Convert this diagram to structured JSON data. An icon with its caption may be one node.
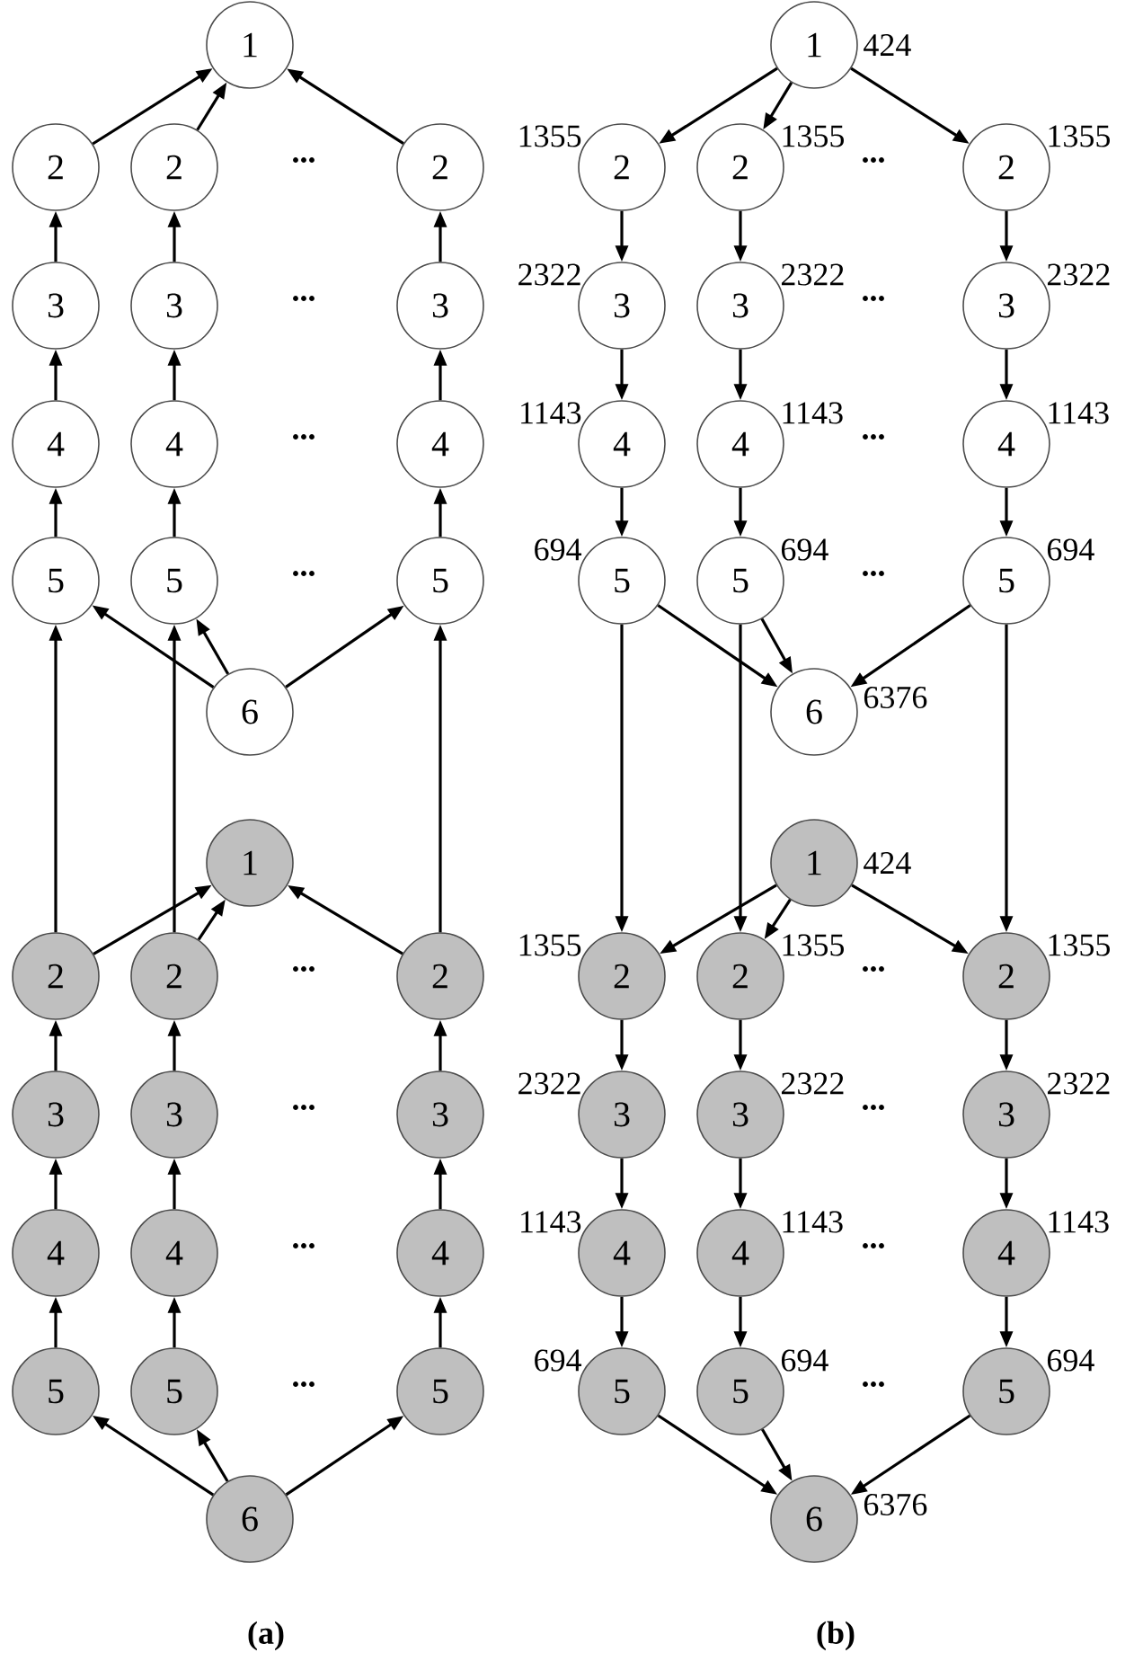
{
  "diagram": {
    "nodes": [
      {
        "text": [
          "1"
        ]
      },
      {
        "text": [
          "2"
        ]
      },
      {
        "text": [
          "2"
        ]
      },
      {
        "text": [
          "2"
        ]
      },
      {
        "text": [
          "3"
        ]
      },
      {
        "text": [
          "3"
        ]
      },
      {
        "text": [
          "3"
        ]
      },
      {
        "text": [
          "4"
        ]
      },
      {
        "text": [
          "4"
        ]
      },
      {
        "text": [
          "4"
        ]
      },
      {
        "text": [
          "5"
        ]
      },
      {
        "text": [
          "5"
        ]
      },
      {
        "text": [
          "5"
        ]
      },
      {
        "text": [
          "6"
        ]
      },
      {
        "text": [
          "1"
        ]
      },
      {
        "text": [
          "2"
        ]
      },
      {
        "text": [
          "2"
        ]
      },
      {
        "text": [
          "2"
        ]
      },
      {
        "text": [
          "3"
        ]
      },
      {
        "text": [
          "3"
        ]
      },
      {
        "text": [
          "3"
        ]
      },
      {
        "text": [
          "4"
        ]
      },
      {
        "text": [
          "4"
        ]
      },
      {
        "text": [
          "4"
        ]
      },
      {
        "text": [
          "5"
        ]
      },
      {
        "text": [
          "5"
        ]
      },
      {
        "text": [
          "5"
        ]
      },
      {
        "text": [
          "6"
        ]
      },
      {
        "text": [
          "1"
        ],
        "beside": [
          "424"
        ]
      },
      {
        "text": [
          "2"
        ],
        "beside": [
          "1355"
        ]
      },
      {
        "text": [
          "2"
        ],
        "beside": [
          "1355"
        ]
      },
      {
        "text": [
          "2"
        ],
        "beside": [
          "1355"
        ]
      },
      {
        "text": [
          "3"
        ],
        "beside": [
          "2322"
        ]
      },
      {
        "text": [
          "3"
        ],
        "beside": [
          "2322"
        ]
      },
      {
        "text": [
          "3"
        ],
        "beside": [
          "2322"
        ]
      },
      {
        "text": [
          "4"
        ],
        "beside": [
          "1143"
        ]
      },
      {
        "text": [
          "4"
        ],
        "beside": [
          "1143"
        ]
      },
      {
        "text": [
          "4"
        ],
        "beside": [
          "1143"
        ]
      },
      {
        "text": [
          "5"
        ],
        "beside": [
          "694"
        ]
      },
      {
        "text": [
          "5"
        ],
        "beside": [
          "694"
        ]
      },
      {
        "text": [
          "5"
        ],
        "beside": [
          "694"
        ]
      },
      {
        "text": [
          "6"
        ],
        "beside": [
          "6376"
        ]
      },
      {
        "text": [
          "1"
        ],
        "beside": [
          "424"
        ]
      },
      {
        "text": [
          "2"
        ],
        "beside": [
          "1355"
        ]
      },
      {
        "text": [
          "2"
        ],
        "beside": [
          "1355"
        ]
      },
      {
        "text": [
          "2"
        ],
        "beside": [
          "1355"
        ]
      },
      {
        "text": [
          "3"
        ],
        "beside": [
          "2322"
        ]
      },
      {
        "text": [
          "3"
        ],
        "beside": [
          "2322"
        ]
      },
      {
        "text": [
          "3"
        ],
        "beside": [
          "2322"
        ]
      },
      {
        "text": [
          "4"
        ],
        "beside": [
          "1143"
        ]
      },
      {
        "text": [
          "4"
        ],
        "beside": [
          "1143"
        ]
      },
      {
        "text": [
          "4"
        ],
        "beside": [
          "1143"
        ]
      },
      {
        "text": [
          "5"
        ],
        "beside": [
          "694"
        ]
      },
      {
        "text": [
          "5"
        ],
        "beside": [
          "694"
        ]
      },
      {
        "text": [
          "5"
        ],
        "beside": [
          "694"
        ]
      },
      {
        "text": [
          "6"
        ],
        "beside": [
          "6376"
        ]
      }
    ],
    "edges": [
      {
        "from": 1,
        "to": 0,
        "arrow": "to"
      },
      {
        "from": 2,
        "to": 0,
        "arrow": "to"
      },
      {
        "from": 3,
        "to": 0,
        "arrow": "to"
      },
      {
        "from": 4,
        "to": 1,
        "arrow": "to"
      },
      {
        "from": 5,
        "to": 2,
        "arrow": "to"
      },
      {
        "from": 6,
        "to": 3,
        "arrow": "to"
      },
      {
        "from": 7,
        "to": 4,
        "arrow": "to"
      },
      {
        "from": 8,
        "to": 5,
        "arrow": "to"
      },
      {
        "from": 9,
        "to": 6,
        "arrow": "to"
      },
      {
        "from": 10,
        "to": 7,
        "arrow": "to"
      },
      {
        "from": 11,
        "to": 8,
        "arrow": "to"
      },
      {
        "from": 12,
        "to": 9,
        "arrow": "to"
      },
      {
        "from": 13,
        "to": 10,
        "arrow": "to"
      },
      {
        "from": 13,
        "to": 11,
        "arrow": "to"
      },
      {
        "from": 13,
        "to": 12,
        "arrow": "to"
      },
      {
        "from": 15,
        "to": 14,
        "arrow": "to"
      },
      {
        "from": 16,
        "to": 14,
        "arrow": "to"
      },
      {
        "from": 17,
        "to": 14,
        "arrow": "to"
      },
      {
        "from": 18,
        "to": 15,
        "arrow": "to"
      },
      {
        "from": 19,
        "to": 16,
        "arrow": "to"
      },
      {
        "from": 20,
        "to": 17,
        "arrow": "to"
      },
      {
        "from": 21,
        "to": 18,
        "arrow": "to"
      },
      {
        "from": 22,
        "to": 19,
        "arrow": "to"
      },
      {
        "from": 23,
        "to": 20,
        "arrow": "to"
      },
      {
        "from": 24,
        "to": 21,
        "arrow": "to"
      },
      {
        "from": 25,
        "to": 22,
        "arrow": "to"
      },
      {
        "from": 26,
        "to": 23,
        "arrow": "to"
      },
      {
        "from": 27,
        "to": 24,
        "arrow": "to"
      },
      {
        "from": 27,
        "to": 25,
        "arrow": "to"
      },
      {
        "from": 27,
        "to": 26,
        "arrow": "to"
      },
      {
        "from": 15,
        "to": 10,
        "arrow": "to"
      },
      {
        "from": 16,
        "to": 11,
        "arrow": "to"
      },
      {
        "from": 17,
        "to": 12,
        "arrow": "to"
      },
      {
        "from": 28,
        "to": 29,
        "arrow": "to"
      },
      {
        "from": 28,
        "to": 30,
        "arrow": "to"
      },
      {
        "from": 28,
        "to": 31,
        "arrow": "to"
      },
      {
        "from": 29,
        "to": 32,
        "arrow": "to"
      },
      {
        "from": 30,
        "to": 33,
        "arrow": "to"
      },
      {
        "from": 31,
        "to": 34,
        "arrow": "to"
      },
      {
        "from": 32,
        "to": 35,
        "arrow": "to"
      },
      {
        "from": 33,
        "to": 36,
        "arrow": "to"
      },
      {
        "from": 34,
        "to": 37,
        "arrow": "to"
      },
      {
        "from": 35,
        "to": 38,
        "arrow": "to"
      },
      {
        "from": 36,
        "to": 39,
        "arrow": "to"
      },
      {
        "from": 37,
        "to": 40,
        "arrow": "to"
      },
      {
        "from": 38,
        "to": 41,
        "arrow": "to"
      },
      {
        "from": 39,
        "to": 41,
        "arrow": "to"
      },
      {
        "from": 40,
        "to": 41,
        "arrow": "to"
      },
      {
        "from": 42,
        "to": 43,
        "arrow": "to"
      },
      {
        "from": 42,
        "to": 44,
        "arrow": "to"
      },
      {
        "from": 42,
        "to": 45,
        "arrow": "to"
      },
      {
        "from": 43,
        "to": 46,
        "arrow": "to"
      },
      {
        "from": 44,
        "to": 47,
        "arrow": "to"
      },
      {
        "from": 45,
        "to": 48,
        "arrow": "to"
      },
      {
        "from": 46,
        "to": 49,
        "arrow": "to"
      },
      {
        "from": 47,
        "to": 50,
        "arrow": "to"
      },
      {
        "from": 48,
        "to": 51,
        "arrow": "to"
      },
      {
        "from": 49,
        "to": 52,
        "arrow": "to"
      },
      {
        "from": 50,
        "to": 53,
        "arrow": "to"
      },
      {
        "from": 51,
        "to": 54,
        "arrow": "to"
      },
      {
        "from": 52,
        "to": 55,
        "arrow": "to"
      },
      {
        "from": 53,
        "to": 55,
        "arrow": "to"
      },
      {
        "from": 54,
        "to": 55,
        "arrow": "to"
      },
      {
        "from": 38,
        "to": 43,
        "arrow": "to"
      },
      {
        "from": 39,
        "to": 44,
        "arrow": "to"
      },
      {
        "from": 40,
        "to": 45,
        "arrow": "to"
      }
    ],
    "labels": [
      "...",
      "...",
      "...",
      "...",
      "...",
      "...",
      "...",
      "...",
      "...",
      "...",
      "...",
      "...",
      "...",
      "...",
      "...",
      "...",
      "(a)",
      "(b)"
    ]
  }
}
